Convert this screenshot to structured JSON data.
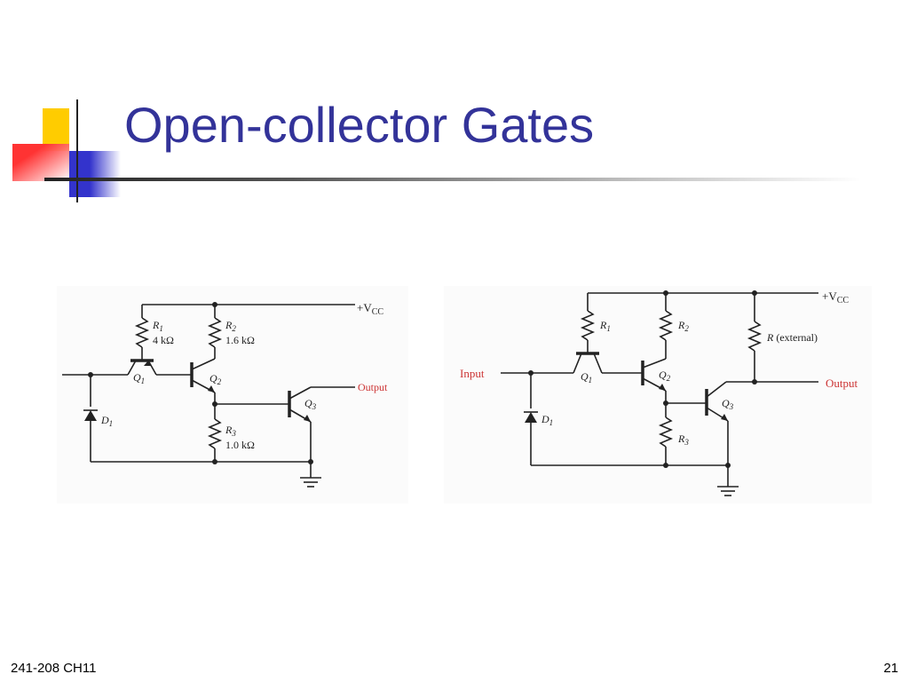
{
  "slide": {
    "title": "Open-collector Gates",
    "footer_left": "241-208 CH11",
    "footer_right": "21"
  },
  "colors": {
    "title": "#333399",
    "accent_yellow": "#ffcc00",
    "accent_blue": "#3333cc",
    "accent_red": "#ff3333",
    "label_red": "#cc3333"
  },
  "left_circuit": {
    "vcc_main": "+V",
    "vcc_sub": "CC",
    "r1": {
      "name": "R",
      "sub": "1",
      "value": "4 kΩ"
    },
    "r2": {
      "name": "R",
      "sub": "2",
      "value": "1.6 kΩ"
    },
    "r3": {
      "name": "R",
      "sub": "3",
      "value": "1.0 kΩ"
    },
    "q1": {
      "name": "Q",
      "sub": "1"
    },
    "q2": {
      "name": "Q",
      "sub": "2"
    },
    "q3": {
      "name": "Q",
      "sub": "3"
    },
    "d1": {
      "name": "D",
      "sub": "1"
    },
    "output": "Output"
  },
  "right_circuit": {
    "vcc_main": "+V",
    "vcc_sub": "CC",
    "r1": {
      "name": "R",
      "sub": "1"
    },
    "r2": {
      "name": "R",
      "sub": "2"
    },
    "r3": {
      "name": "R",
      "sub": "3"
    },
    "r_ext": {
      "name": "R",
      "note": "(external)"
    },
    "q1": {
      "name": "Q",
      "sub": "1"
    },
    "q2": {
      "name": "Q",
      "sub": "2"
    },
    "q3": {
      "name": "Q",
      "sub": "3"
    },
    "d1": {
      "name": "D",
      "sub": "1"
    },
    "input": "Input",
    "output": "Output"
  }
}
